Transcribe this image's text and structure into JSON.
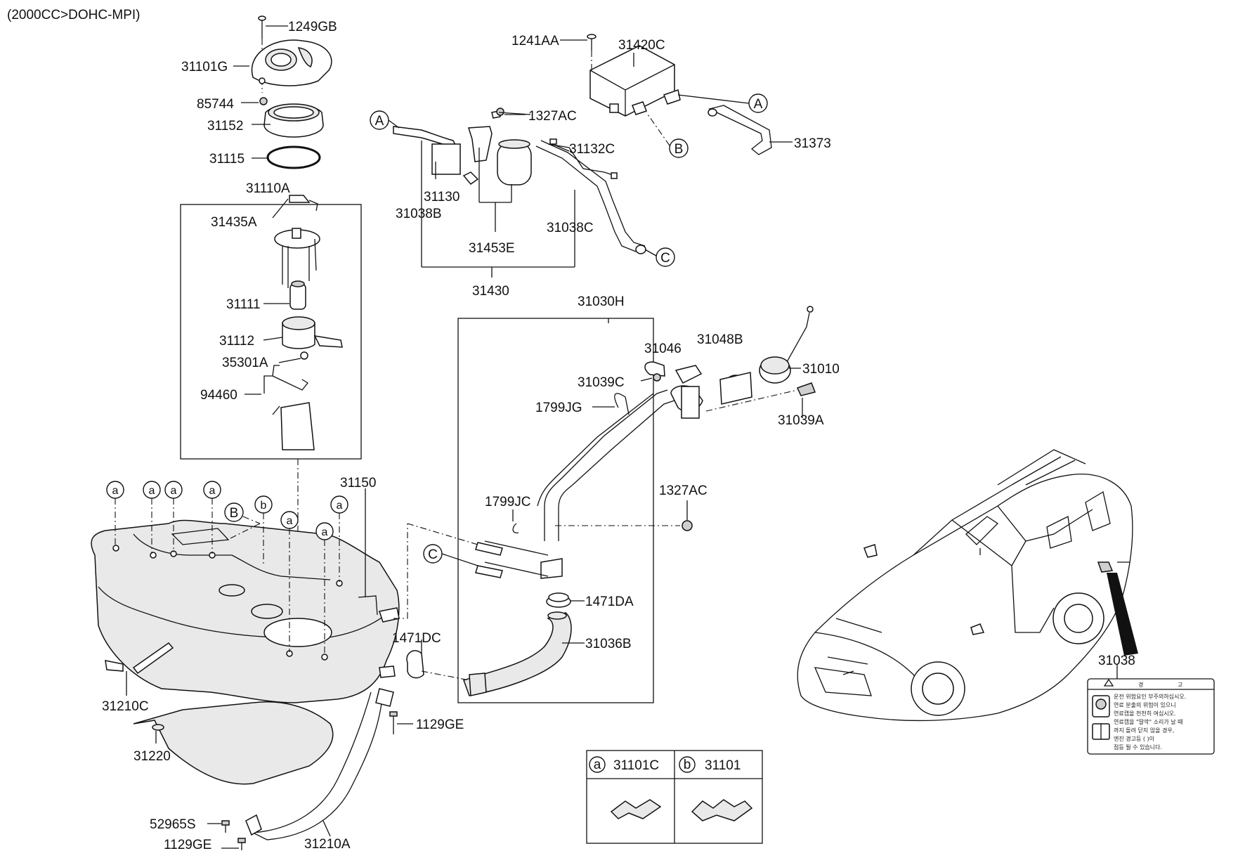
{
  "header": {
    "engine_spec": "(2000CC>DOHC-MPI)"
  },
  "labels": {
    "p1249GB": "1249GB",
    "p31101G": "31101G",
    "p85744": "85744",
    "p31152": "31152",
    "p31115": "31115",
    "p31110A": "31110A",
    "p31435A": "31435A",
    "p31111": "31111",
    "p31112": "31112",
    "p35301A": "35301A",
    "p94460": "94460",
    "p31150": "31150",
    "p1241AA": "1241AA",
    "p31420C": "31420C",
    "p1327AC_top": "1327AC",
    "p31132C": "31132C",
    "p31373": "31373",
    "p31130": "31130",
    "p31038B": "31038B",
    "p31038C": "31038C",
    "p31453E": "31453E",
    "p31430": "31430",
    "p31030H": "31030H",
    "p31046": "31046",
    "p31048B": "31048B",
    "p31039C": "31039C",
    "p31010": "31010",
    "p1799JG": "1799JG",
    "p31039A": "31039A",
    "p1799JC": "1799JC",
    "p1327AC_mid": "1327AC",
    "p1471DA": "1471DA",
    "p31036B": "31036B",
    "p1471DC": "1471DC",
    "p1129GE_a": "1129GE",
    "p31210C": "31210C",
    "p31220": "31220",
    "p52965S": "52965S",
    "p1129GE_b": "1129GE",
    "p31210A": "31210A",
    "p31038": "31038"
  },
  "callouts": {
    "A": "A",
    "B": "B",
    "C": "C",
    "a": "a",
    "b": "b"
  },
  "legend": {
    "a_letter": "a",
    "a_part": "31101C",
    "b_letter": "b",
    "b_part": "31101"
  },
  "warning_label": {
    "title_left": "경",
    "title_right": "고",
    "lines": [
      "운전 위험요인 부주의하십시오.",
      "연료 분출의 위험이 있으니",
      "연료캡을 천천히 여십시오.",
      "연료캡을 \"딸깍\" 소리가 날 때",
      "까지 돌려 닫지 않을 경우,",
      "엔진 경고등 (        )이",
      "점등 될 수 있습니다."
    ]
  }
}
